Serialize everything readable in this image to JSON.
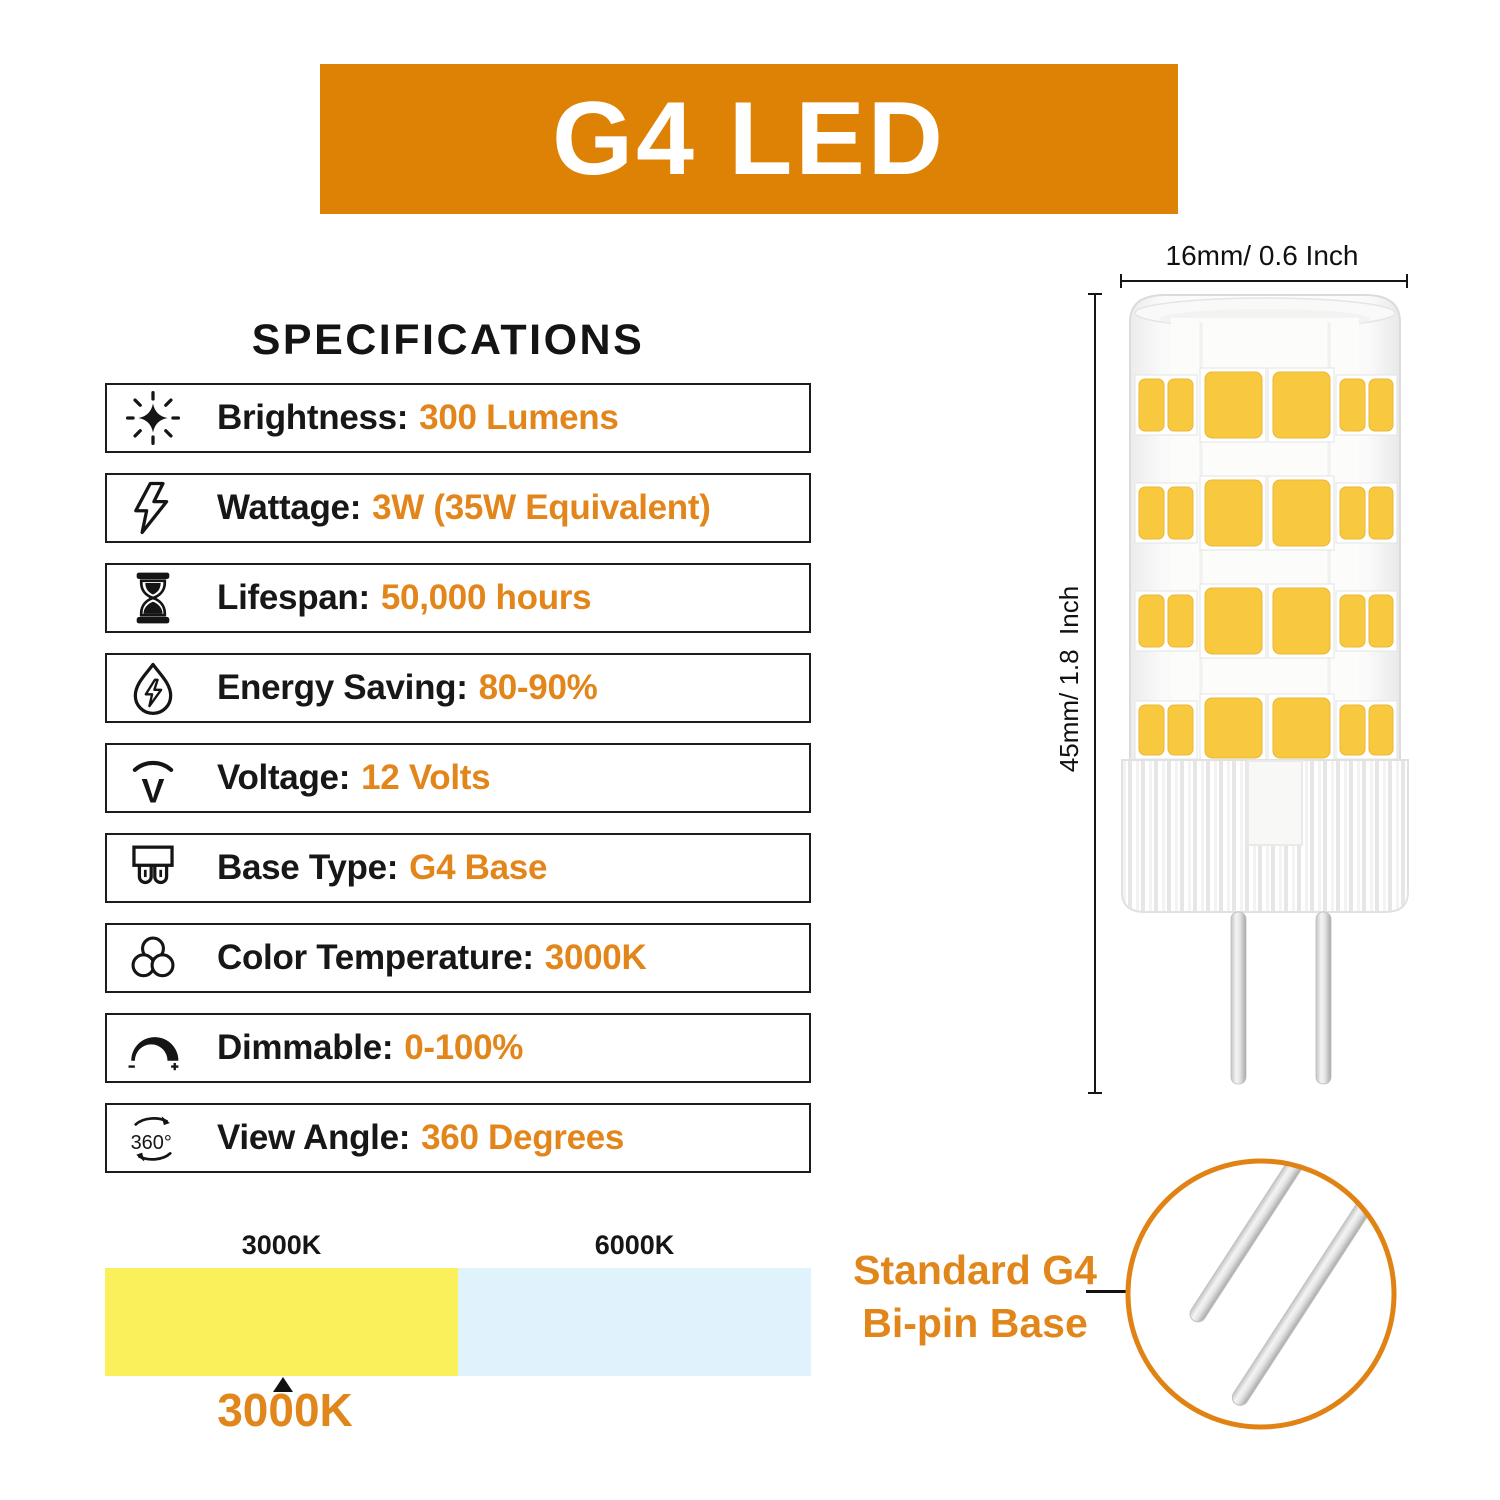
{
  "header": {
    "title": "G4 LED"
  },
  "specifications": {
    "heading": "SPECIFICATIONS",
    "rows": [
      {
        "icon": "sparkle-brightness-icon",
        "label": "Brightness:",
        "value": "300 Lumens"
      },
      {
        "icon": "lightning-bolt-icon",
        "label": "Wattage:",
        "value": "3W (35W Equivalent)"
      },
      {
        "icon": "hourglass-icon",
        "label": "Lifespan:",
        "value": "50,000 hours"
      },
      {
        "icon": "energy-droplet-icon",
        "label": "Energy Saving:",
        "value": "80-90%"
      },
      {
        "icon": "voltage-icon",
        "label": "Voltage:",
        "value": "12 Volts",
        "icon_letter": "V"
      },
      {
        "icon": "bi-pin-base-icon",
        "label": "Base Type:",
        "value": "G4 Base"
      },
      {
        "icon": "color-temperature-icon",
        "label": "Color Temperature:",
        "value": "3000K"
      },
      {
        "icon": "dimmer-dial-icon",
        "label": "Dimmable:",
        "value": "0-100%"
      },
      {
        "icon": "view-angle-360-icon",
        "label": "View Angle:",
        "value": "360 Degrees",
        "icon_text": "360°"
      }
    ]
  },
  "bulb_diagram": {
    "width_label": "16mm/ 0.6 Inch",
    "height_label": "45mm/ 1.8  Inch"
  },
  "color_temperature_scale": {
    "warm_label": "3000K",
    "cool_label": "6000K",
    "marker_label": "3000K",
    "warm_color": "#F9F05C",
    "cool_color": "#E0F2FB"
  },
  "base_callout": {
    "line1": "Standard G4",
    "line2": "Bi-pin Base"
  },
  "colors": {
    "banner_orange": "#DE8206",
    "value_orange": "#E2861B",
    "callout_orange": "#E0861B",
    "circle_stroke_orange": "#E08214",
    "led_chip_yellow": "#F8C93E"
  }
}
